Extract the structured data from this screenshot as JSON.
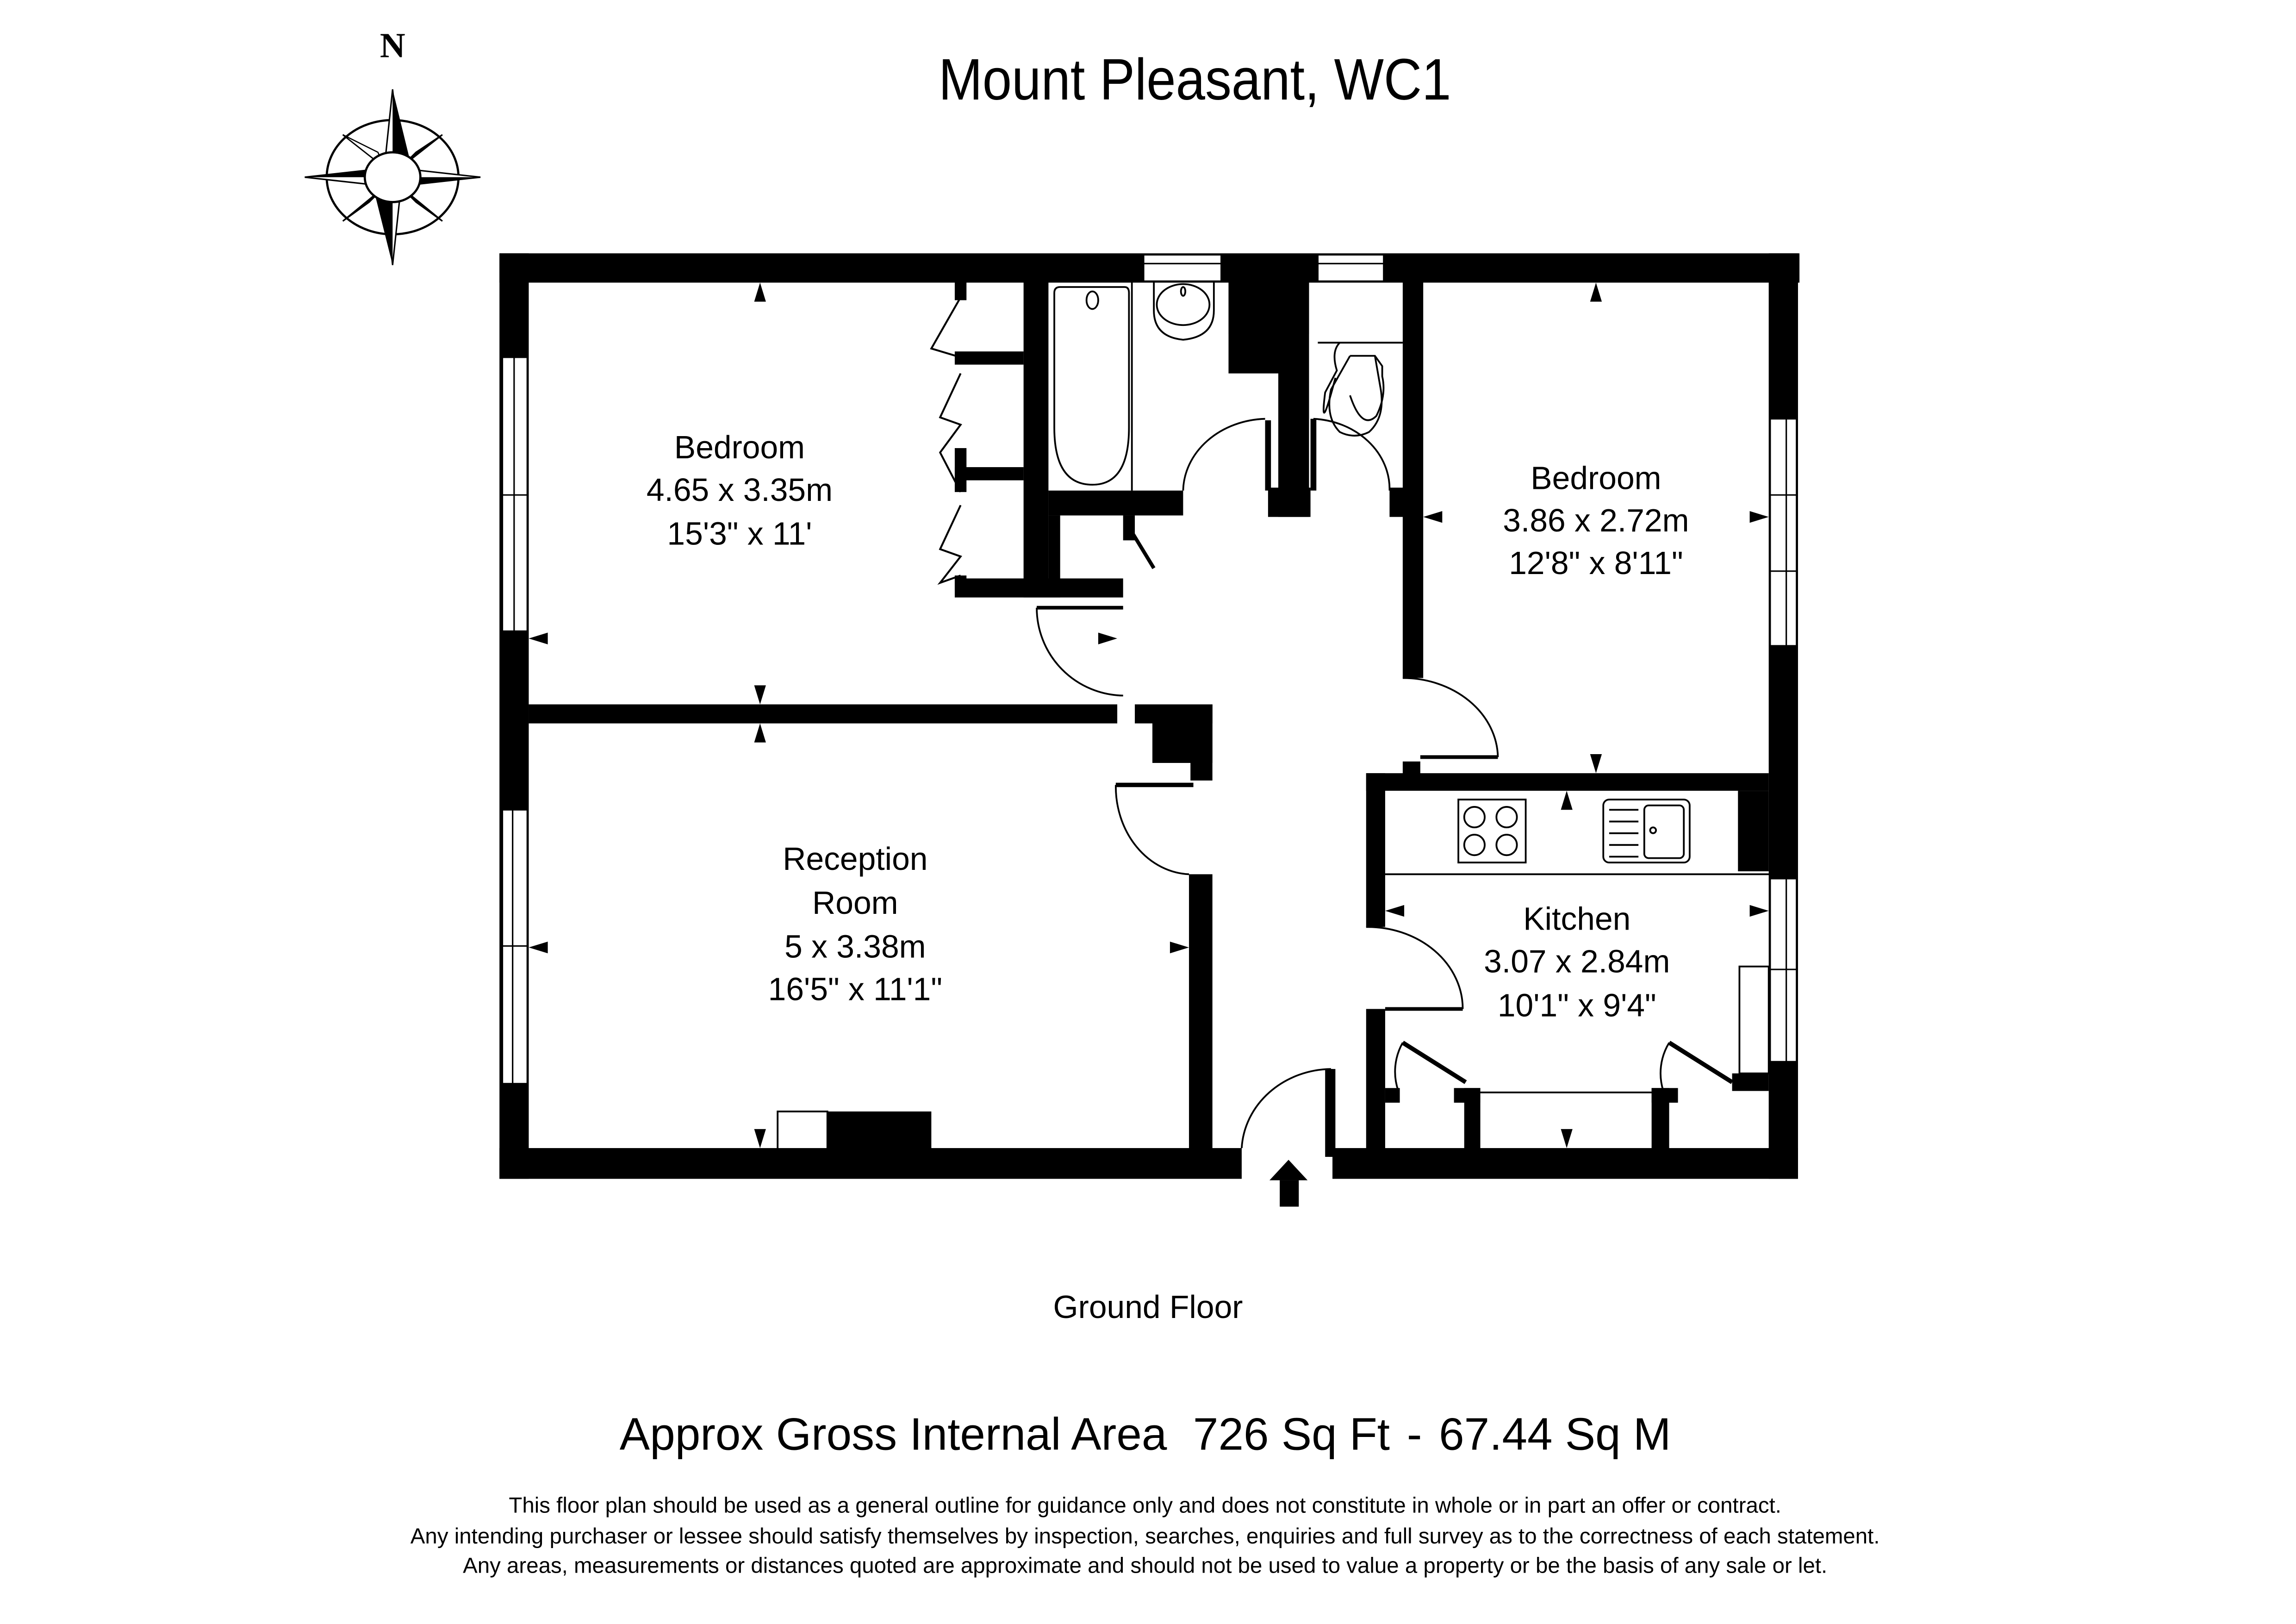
{
  "header": {
    "title": "Mount Pleasant, WC1",
    "compass_label": "N",
    "compass_icon": "compass-rose-icon"
  },
  "rooms": [
    {
      "id": "bedroom-1",
      "name": "Bedroom",
      "dims_m": "4.65 x 3.35m",
      "dims_ft": "15'3\" x 11'"
    },
    {
      "id": "bedroom-2",
      "name": "Bedroom",
      "dims_m": "3.86 x 2.72m",
      "dims_ft": "12'8\" x 8'11\""
    },
    {
      "id": "reception",
      "name_line1": "Reception",
      "name_line2": "Room",
      "dims_m": "5 x 3.38m",
      "dims_ft": "16'5\" x 11'1\""
    },
    {
      "id": "kitchen",
      "name": "Kitchen",
      "dims_m": "3.07 x 2.84m",
      "dims_ft": "10'1\" x 9'4\""
    }
  ],
  "fixtures": {
    "bath": "bathtub-icon",
    "basin": "wash-basin-icon",
    "wc": "toilet-icon",
    "hob": "hob-icon",
    "sink": "kitchen-sink-icon",
    "entrance": "entrance-arrow-icon"
  },
  "floor_label": "Ground Floor",
  "area": {
    "label": "Approx Gross Internal Area",
    "sq_ft": "726 Sq Ft",
    "separator": "-",
    "sq_m": "67.44 Sq M"
  },
  "disclaimer": [
    "This floor plan should be used as a general outline for guidance only and does not constitute in whole or in part an offer or contract.",
    "Any intending purchaser or lessee should satisfy themselves by inspection, searches, enquiries and full survey as to the correctness of each statement.",
    "Any areas, measurements or distances quoted are approximate and should not be used to value a property or be the basis of any sale or let."
  ],
  "colors": {
    "wall": "#000000",
    "background": "#ffffff"
  }
}
